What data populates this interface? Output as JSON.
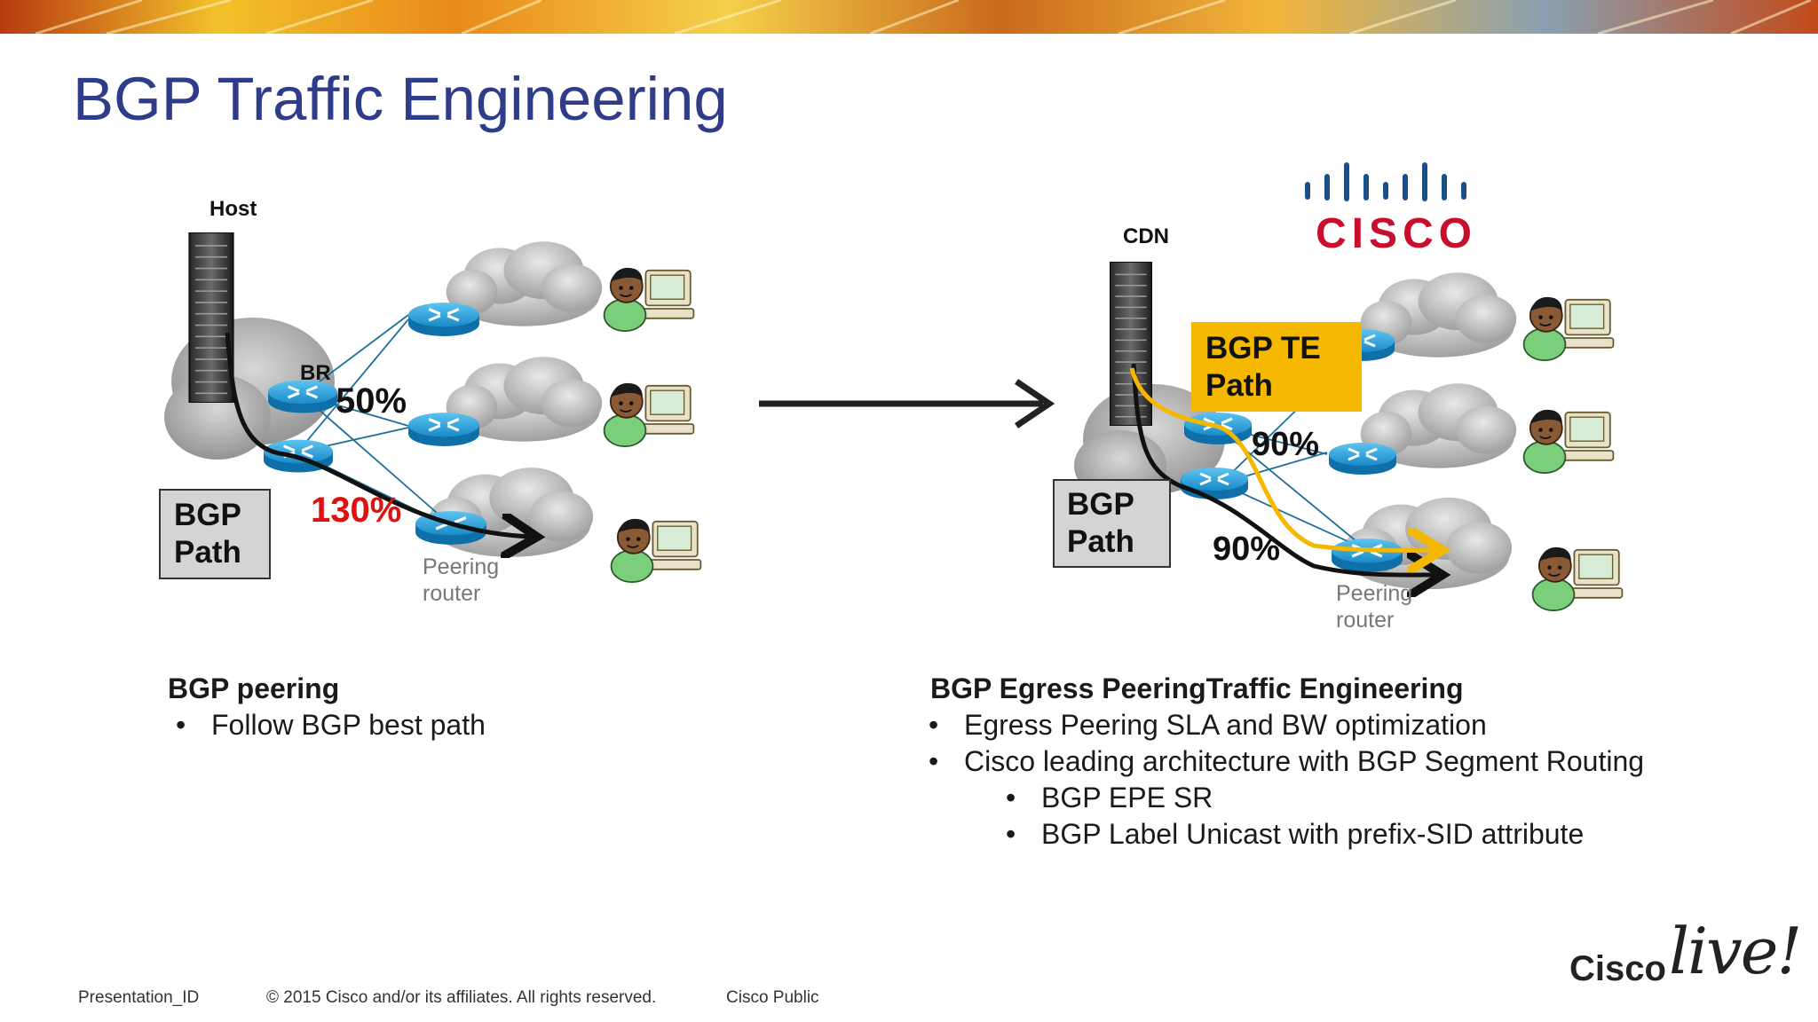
{
  "title": "BGP Traffic Engineering",
  "colors": {
    "title": "#2e3c8a",
    "router": "#1a8ac8",
    "te_path": "#f5b800",
    "overload": "#e01010",
    "cisco_red": "#c8102e"
  },
  "left_diagram": {
    "host_label": "Host",
    "br_label": "BR",
    "pct_top": "50%",
    "pct_overload": "130%",
    "path_box": "BGP\nPath",
    "peering_router": "Peering\nrouter"
  },
  "arrow_icon": "right-arrow-icon",
  "right_diagram": {
    "cdn_label": "CDN",
    "te_box": "BGP TE\nPath",
    "path_box": "BGP\nPath",
    "pct_upper": "90%",
    "pct_lower": "90%",
    "peering_router": "Peering\nrouter",
    "logo_text": "CISCO"
  },
  "left_section": {
    "heading": "BGP peering",
    "bullets": [
      "Follow BGP best path"
    ]
  },
  "right_section": {
    "heading": "BGP Egress PeeringTraffic Engineering",
    "bullets": [
      "Egress Peering SLA and BW optimization",
      "Cisco leading architecture with BGP Segment Routing",
      "BGP EPE SR",
      "BGP Label Unicast with prefix-SID attribute"
    ]
  },
  "footer": {
    "presentation_id": "Presentation_ID",
    "copyright": "© 2015 Cisco and/or its affiliates. All rights reserved.",
    "classification": "Cisco Public",
    "logo_text_cisco": "Cisco",
    "logo_text_live": "live!"
  }
}
